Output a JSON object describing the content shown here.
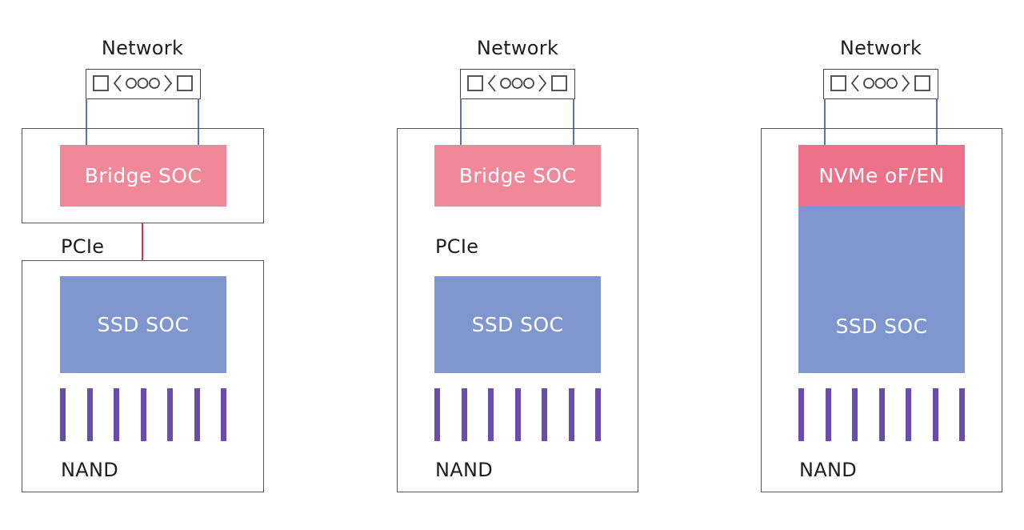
{
  "colors": {
    "bridge_soc": "#f0889a",
    "nvme_of_en": "#ec7189",
    "ssd_soc": "#7f96ce",
    "nand": "#6a4cad",
    "pcie_link": "#d9344f",
    "network_link": "#5a73b8"
  },
  "icons": {
    "network_port": "nic-port-icon"
  },
  "diagrams": [
    {
      "network": "Network",
      "soc_top": "Bridge SOC",
      "link": "PCIe",
      "soc_main": "SSD SOC",
      "storage": "NAND"
    },
    {
      "network": "Network",
      "soc_top": "Bridge SOC",
      "link": "PCIe",
      "soc_main": "SSD SOC",
      "storage": "NAND"
    },
    {
      "network": "Network",
      "soc_top": "NVMe oF/EN",
      "soc_main": "SSD SOC",
      "storage": "NAND"
    }
  ]
}
